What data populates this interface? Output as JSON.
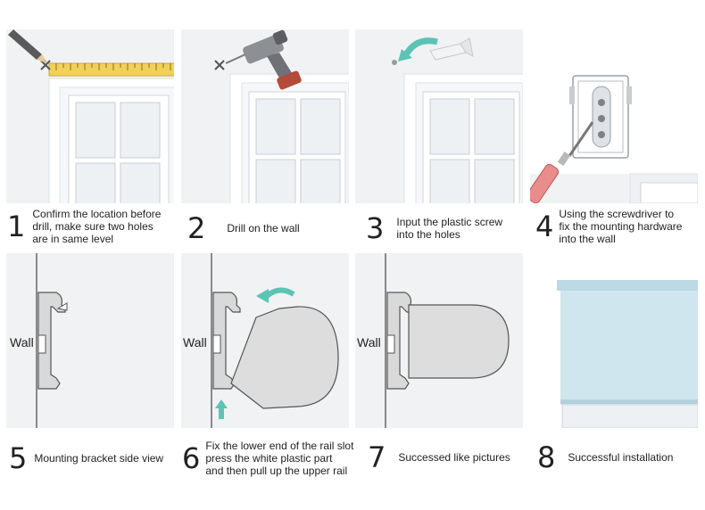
{
  "steps": [
    {
      "number": "1",
      "caption_lines": [
        "Confirm the location before",
        "drill, make sure two holes",
        "are in same level"
      ]
    },
    {
      "number": "2",
      "caption_lines": [
        "Drill on the wall"
      ]
    },
    {
      "number": "3",
      "caption_lines": [
        "Input the plastic screw",
        "into the holes"
      ]
    },
    {
      "number": "4",
      "caption_lines": [
        "Using the screwdriver to",
        "fix the mounting hardware",
        "into the wall"
      ]
    },
    {
      "number": "5",
      "caption_lines": [
        "Mounting bracket side view"
      ]
    },
    {
      "number": "6",
      "caption_lines": [
        "Fix the lower end of the rail slot",
        "press the white plastic part",
        "and then pull up the upper rail"
      ]
    },
    {
      "number": "7",
      "caption_lines": [
        "Successed like pictures"
      ]
    },
    {
      "number": "8",
      "caption_lines": [
        "Successful installation"
      ]
    }
  ],
  "wall_label": "Wall",
  "colors": {
    "panel_bg": "#f1f2f4",
    "arrow_teal": "#5cc4b4",
    "tape_yellow": "#f2d15a",
    "blind_blue": "#cfe6ef",
    "bracket_gray": "#d9d9d9",
    "cover_gray": "#dddddd"
  }
}
